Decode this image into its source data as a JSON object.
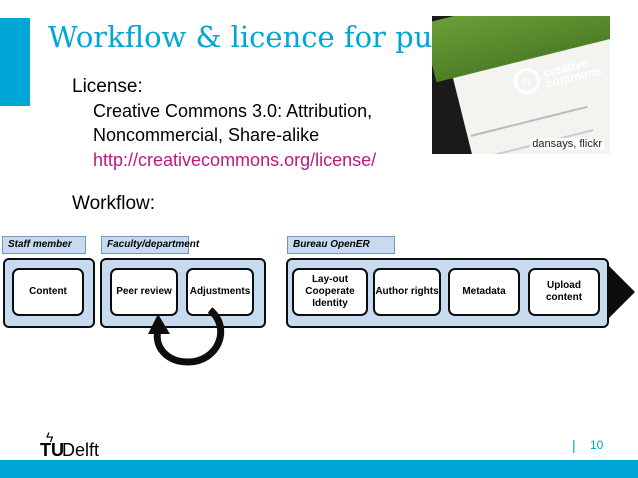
{
  "slide": {
    "title": "Workflow & licence for publishing",
    "accent_color": "#00a6d6",
    "link_color": "#c0167e"
  },
  "license": {
    "heading": "License:",
    "line1": "Creative Commons 3.0:  Attribution,",
    "line2": "Noncommercial, Share-alike",
    "url": "http://creativecommons.org/license/"
  },
  "photo": {
    "logo_text": "cc",
    "brand_text": "creative commons",
    "credit": "dansays, flickr"
  },
  "workflow": {
    "heading": "Workflow:",
    "groups": {
      "staff": "Staff member",
      "faculty": "Faculty/department",
      "bureau": "Bureau OpenER"
    },
    "steps": {
      "content": "Content",
      "peer_review": "Peer review",
      "adjustments": "Adjustments",
      "layout": "Lay-out\nCooperate\nIdentity",
      "author_rights": "Author rights",
      "metadata": "Metadata",
      "upload": "Upload\ncontent"
    },
    "band_color": "#c7dbf0"
  },
  "footer": {
    "logo_tu": "TU",
    "logo_delft": "Delft",
    "separator": "|",
    "page_number": "10"
  }
}
